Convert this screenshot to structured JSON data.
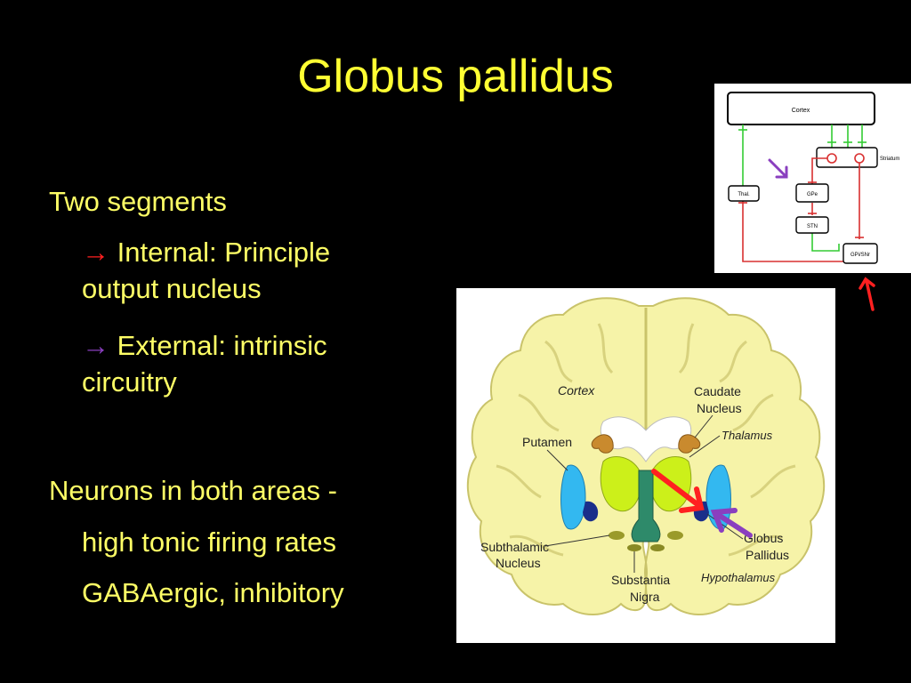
{
  "slide": {
    "title": "Globus pallidus",
    "bullets": [
      {
        "text": "Two segments"
      },
      {
        "arrow": "→",
        "text": " Internal: Principle",
        "cont": "output nucleus"
      },
      {
        "arrow": "→",
        "text": " External: intrinsic",
        "cont": "circuitry"
      },
      {
        "text": "Neurons in both areas -"
      },
      {
        "text": "high tonic firing rates"
      },
      {
        "text": "GABAergic, inhibitory"
      }
    ]
  },
  "circuit_diagram": {
    "labels": {
      "cortex": "Cortex",
      "striatum": "Striatum",
      "thal": "Thal.",
      "gpe": "GPe",
      "stn": "STN",
      "gpi": "GPi/SNr"
    }
  },
  "brain_diagram": {
    "labels": {
      "cortex": "Cortex",
      "caudate_1": "Caudate",
      "caudate_2": "Nucleus",
      "thalamus": "Thalamus",
      "putamen": "Putamen",
      "globus_1": "Globus",
      "globus_2": "Pallidus",
      "subthalamic_1": "Subthalamic",
      "subthalamic_2": "Nucleus",
      "substantia_1": "Substantia",
      "substantia_2": "Nigra",
      "hypothalamus": "Hypothalamus"
    }
  },
  "colors": {
    "background": "#000000",
    "title": "#FFFF33",
    "text": "#FFFF66",
    "red_arrow": "#FF2020",
    "purple_arrow": "#8A3FBF",
    "brain_tissue": "#F6F3A8",
    "green_pathway": "#33CC33",
    "red_pathway": "#D93030"
  }
}
